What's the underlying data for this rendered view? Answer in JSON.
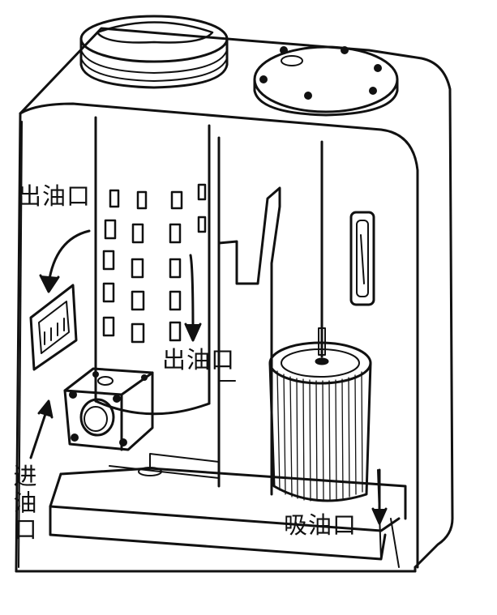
{
  "diagram": {
    "labels": {
      "outlet_top": "出油口",
      "outlet_middle": "出油口",
      "inlet": "进油口",
      "suction": "吸油口"
    }
  }
}
